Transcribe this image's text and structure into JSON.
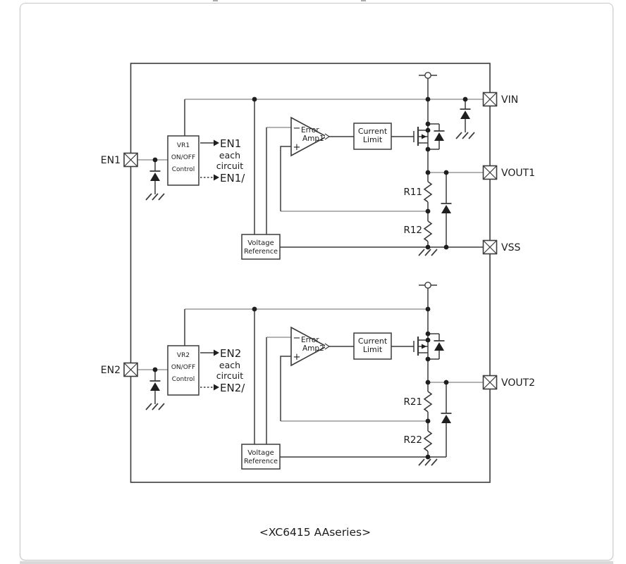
{
  "caption": "<XC6415 AAseries>",
  "pins": {
    "en1": "EN1",
    "en2": "EN2",
    "vin": "VIN",
    "vout1": "VOUT1",
    "vss": "VSS",
    "vout2": "VOUT2"
  },
  "ch1": {
    "vr_l1": "VR1",
    "vr_l2": "ON/OFF",
    "vr_l3": "Control",
    "en_out": "EN1",
    "each": "each",
    "circuit": "circuit",
    "en_out_bar": "EN1/",
    "minus": "−",
    "plus": "+",
    "amp_l1": "Error",
    "amp_l2": "Amp1",
    "cl_l1": "Current",
    "cl_l2": "Limit",
    "vref_l1": "Voltage",
    "vref_l2": "Reference",
    "r_top": "R11",
    "r_bot": "R12"
  },
  "ch2": {
    "vr_l1": "VR2",
    "vr_l2": "ON/OFF",
    "vr_l3": "Control",
    "en_out": "EN2",
    "each": "each",
    "circuit": "circuit",
    "en_out_bar": "EN2/",
    "minus": "−",
    "plus": "+",
    "amp_l1": "Error",
    "amp_l2": "Amp2",
    "cl_l1": "Current",
    "cl_l2": "Limit",
    "vref_l1": "Voltage",
    "vref_l2": "Reference",
    "r_top": "R21",
    "r_bot": "R22"
  },
  "colors": {
    "wire_dark": "#3b3b3b",
    "wire_gray": "#9a9a9a",
    "text": "#1c1c1c",
    "card_border": "#c6c9cc",
    "bottom_strip": "#d9d9d9",
    "background": "#ffffff"
  }
}
